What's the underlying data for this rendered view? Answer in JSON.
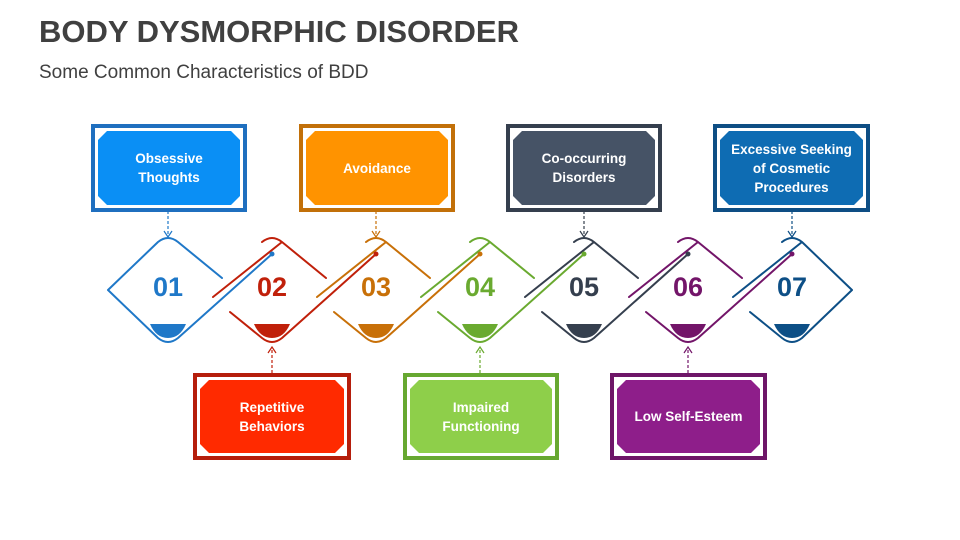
{
  "header": {
    "title": "BODY DYSMORPHIC DISORDER",
    "subtitle": "Some Common Characteristics of BDD"
  },
  "steps": [
    {
      "number": "01",
      "label": "Obsessive Thoughts",
      "position": "top",
      "color": "#1F78C8",
      "fill": "#0A8FF5",
      "border": "#1F6FBF"
    },
    {
      "number": "02",
      "label": "Repetitive Behaviors",
      "position": "bottom",
      "color": "#C0200A",
      "fill": "#FF2A00",
      "border": "#B51E0C"
    },
    {
      "number": "03",
      "label": "Avoidance",
      "position": "top",
      "color": "#C87008",
      "fill": "#FF9300",
      "border": "#C27009"
    },
    {
      "number": "04",
      "label": "Impaired Functioning",
      "position": "bottom",
      "color": "#6AAA30",
      "fill": "#8ECF4A",
      "border": "#67A831"
    },
    {
      "number": "05",
      "label": "Co-occurring Disorders",
      "position": "top",
      "color": "#353F4E",
      "fill": "#465366",
      "border": "#353F4E"
    },
    {
      "number": "06",
      "label": "Low Self-Esteem",
      "position": "bottom",
      "color": "#731569",
      "fill": "#8E1E8A",
      "border": "#6E1668"
    },
    {
      "number": "07",
      "label": "Excessive Seeking of Cosmetic Procedures",
      "position": "top",
      "color": "#0D4F86",
      "fill": "#0E6CB3",
      "border": "#0E4E84"
    }
  ]
}
